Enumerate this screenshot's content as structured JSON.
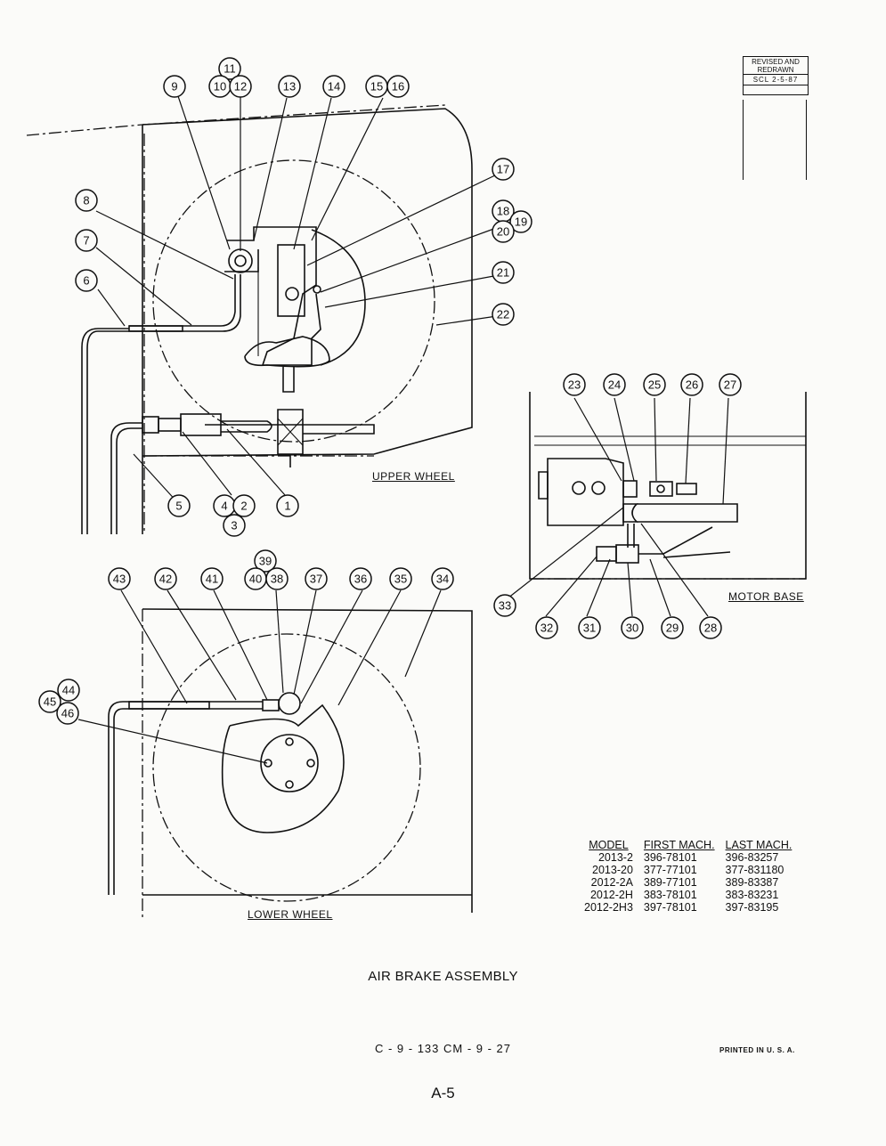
{
  "callouts": {
    "n1": "1",
    "n2": "2",
    "n3": "3",
    "n4": "4",
    "n5": "5",
    "n6": "6",
    "n7": "7",
    "n8": "8",
    "n9": "9",
    "n10": "10",
    "n11": "11",
    "n12": "12",
    "n13": "13",
    "n14": "14",
    "n15": "15",
    "n16": "16",
    "n17": "17",
    "n18": "18",
    "n19": "19",
    "n20": "20",
    "n21": "21",
    "n22": "22",
    "n23": "23",
    "n24": "24",
    "n25": "25",
    "n26": "26",
    "n27": "27",
    "n28": "28",
    "n29": "29",
    "n30": "30",
    "n31": "31",
    "n32": "32",
    "n33": "33",
    "n34": "34",
    "n35": "35",
    "n36": "36",
    "n37": "37",
    "n38": "38",
    "n39": "39",
    "n40": "40",
    "n41": "41",
    "n42": "42",
    "n43": "43",
    "n44": "44",
    "n45": "45",
    "n46": "46"
  },
  "labels": {
    "upper_wheel": "UPPER WHEEL",
    "lower_wheel": "LOWER WHEEL",
    "motor_base": "MOTOR BASE"
  },
  "revision": {
    "line1": "REVISED AND",
    "line2": "REDRAWN",
    "line3": "SCL 2-5-87"
  },
  "table": {
    "headers": [
      "MODEL",
      "FIRST MACH.",
      "LAST MACH."
    ],
    "rows": [
      [
        "2013-2",
        "396-78101",
        "396-83257"
      ],
      [
        "2013-20",
        "377-77101",
        "377-831180"
      ],
      [
        "2012-2A",
        "389-77101",
        "389-83387"
      ],
      [
        "2012-2H",
        "383-78101",
        "383-83231"
      ],
      [
        "2012-2H3",
        "397-78101",
        "397-83195"
      ]
    ]
  },
  "title": "AIR BRAKE ASSEMBLY",
  "doc_code": "C - 9 - 133    CM - 9 - 27",
  "printed": "PRINTED IN U. S. A.",
  "page_number": "A-5"
}
